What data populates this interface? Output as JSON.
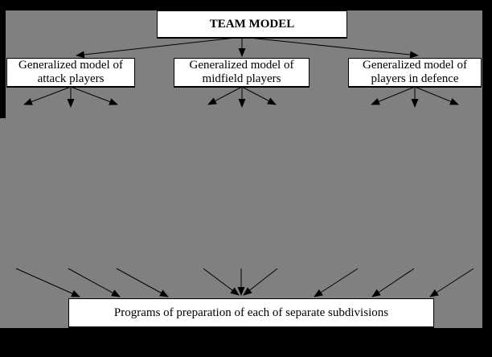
{
  "colors": {
    "frame_black": "#000000",
    "canvas_gray": "#808080",
    "node_fill": "#ffffff",
    "node_border": "#000000",
    "arrow": "#000000"
  },
  "nodes": {
    "team": {
      "label": "TEAM MODEL"
    },
    "attack": {
      "line1": "Generalized model of",
      "line2": "attack players"
    },
    "midfield": {
      "line1": "Generalized model of",
      "line2": "midfield players"
    },
    "defence": {
      "line1": "Generalized model of",
      "line2": "players in defence"
    },
    "programs": {
      "label": "Programs of preparation of each of separate subdivisions"
    }
  },
  "edges": {
    "from_team_to": [
      "attack",
      "midfield",
      "defence"
    ],
    "fan_arrows_below_each_group_box": 3,
    "arrows_converging_into_programs": 9
  }
}
